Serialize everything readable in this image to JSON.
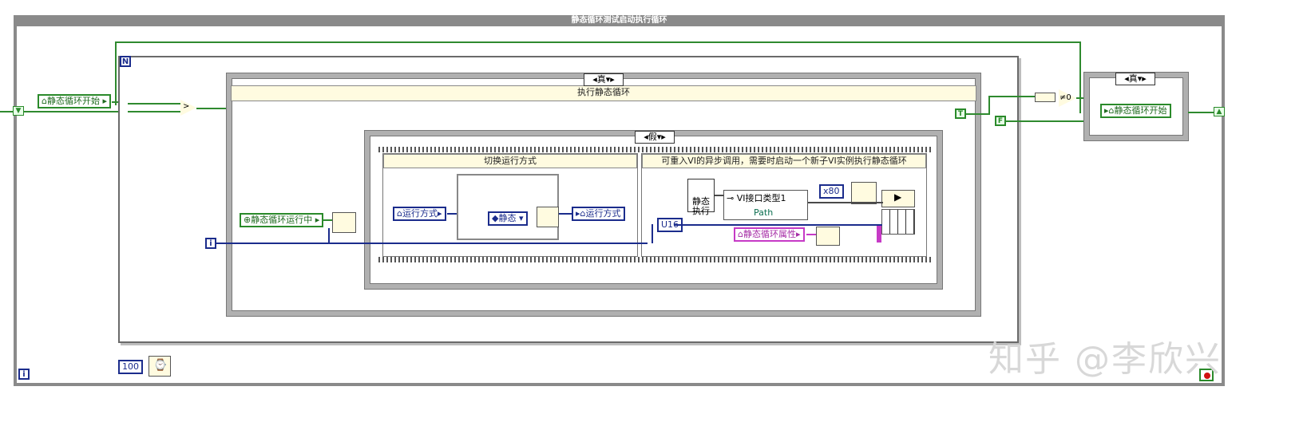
{
  "while_loop": {
    "title": "静态循环测试启动执行循环",
    "iteration": "i",
    "wait_ms": "100"
  },
  "for_loop": {
    "count": "N",
    "iteration": "i"
  },
  "outer_case": {
    "selector": "真",
    "label": "执行静态循环",
    "bool_true": "T"
  },
  "inner_case": {
    "selector": "假"
  },
  "seq_frame1": {
    "label": "切换运行方式",
    "prop_in": "运行方式",
    "enum": "静态",
    "prop_out": "运行方式"
  },
  "seq_frame2": {
    "label": "可重入VI的异步调用，需要时启动一个新子VI实例执行静态循环",
    "vi_icon": "静态\n执行",
    "vi_name": "VI接口类型1",
    "path_label": "Path",
    "open_option": "x80",
    "u16": "U16",
    "property": "静态循环属性"
  },
  "controls": {
    "start_in": "静态循环开始",
    "running": "静态循环运行中",
    "start_out": "静态循环开始",
    "bool_false": "F",
    "compare": ">",
    "not_equal_zero": "≠0"
  },
  "right_case": {
    "selector": "真"
  },
  "watermark": "知乎 @李欣兴"
}
